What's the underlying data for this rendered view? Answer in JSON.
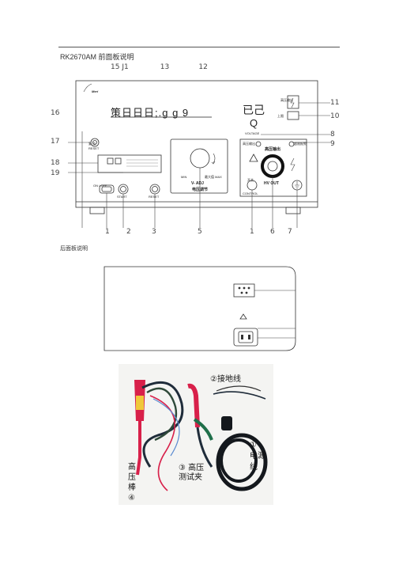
{
  "document": {
    "title": "RK2670AM 前面板说明",
    "rear_panel_title": "后面板说明"
  },
  "front_panel": {
    "top_callouts": "15 J1              13             12",
    "left_callouts": [
      "16",
      "17",
      "18",
      "19"
    ],
    "right_callouts": [
      "11",
      "10",
      "8",
      "9"
    ],
    "bottom_callouts": [
      "1",
      "2",
      "3",
      "5",
      "1",
      "6",
      "7"
    ],
    "brand_logo": "Meri",
    "display_text": "策日日日;.g g 9",
    "display_right": "已己",
    "display_right_sub": "Q",
    "voltage_label": "VOLTAGE",
    "knob_left_label": "MIN",
    "knob_right_label": "最大值 MAX",
    "knob_title_1": "V- ADJ",
    "knob_title_2": "电压调节",
    "hv_title": "高压输出",
    "hv_out": "HV OUT",
    "control_label_1": "开关",
    "control_label_2": "CONTROL",
    "alarm_left": "高压输出",
    "alarm_right": "超限报警",
    "reset_label": "RESET",
    "reset_cn": "复 位",
    "limit_label": "上限",
    "power_label": "ON / OFF",
    "btn_labels": [
      "START",
      "RESET"
    ]
  },
  "accessories": {
    "label_1": "① 电源线",
    "label_2": "②接地线",
    "label_3": "③ 高压测试夹",
    "label_4": "高压棒④"
  },
  "colors": {
    "panel_line": "#333333",
    "probe_red": "#d8204a",
    "cable_dark": "#1f2c3a",
    "text": "#333333"
  }
}
